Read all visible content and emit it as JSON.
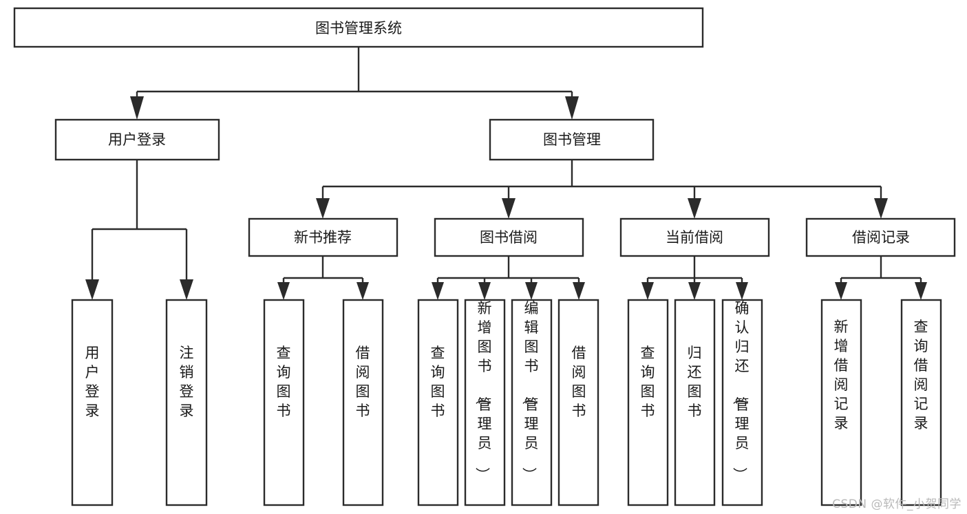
{
  "diagram": {
    "title": "图书管理系统",
    "type": "tree-hierarchy-diagram",
    "watermark": "CSDN @软件_小贺同学",
    "colors": {
      "stroke": "#2b2b2b",
      "fill": "#ffffff",
      "text": "#1a1a1a",
      "watermark": "#b9b9b9"
    },
    "root": {
      "id": "root",
      "label": "图书管理系统",
      "orientation": "horizontal"
    },
    "level2": [
      {
        "id": "user-login",
        "label": "用户登录",
        "orientation": "horizontal"
      },
      {
        "id": "book-manage",
        "label": "图书管理",
        "orientation": "horizontal"
      }
    ],
    "level3": [
      {
        "id": "new-book-recommend",
        "label": "新书推荐",
        "orientation": "horizontal",
        "parent": "book-manage"
      },
      {
        "id": "book-borrow",
        "label": "图书借阅",
        "orientation": "horizontal",
        "parent": "book-manage"
      },
      {
        "id": "current-borrow",
        "label": "当前借阅",
        "orientation": "horizontal",
        "parent": "book-manage"
      },
      {
        "id": "borrow-record",
        "label": "借阅记录",
        "orientation": "horizontal",
        "parent": "book-manage"
      }
    ],
    "leaves": [
      {
        "id": "leaf-user-login",
        "label": "用户登录",
        "orientation": "vertical",
        "parent": "user-login"
      },
      {
        "id": "leaf-user-logout",
        "label": "注销登录",
        "orientation": "vertical",
        "parent": "user-login"
      },
      {
        "id": "leaf-query-book-1",
        "label": "查询图书",
        "orientation": "vertical",
        "parent": "new-book-recommend"
      },
      {
        "id": "leaf-borrow-book-1",
        "label": "借阅图书",
        "orientation": "vertical",
        "parent": "new-book-recommend"
      },
      {
        "id": "leaf-query-book-2",
        "label": "查询图书",
        "orientation": "vertical",
        "parent": "book-borrow"
      },
      {
        "id": "leaf-add-book",
        "label": "新增图书（管理员）",
        "orientation": "vertical",
        "parent": "book-borrow"
      },
      {
        "id": "leaf-edit-book",
        "label": "编辑图书（管理员）",
        "orientation": "vertical",
        "parent": "book-borrow"
      },
      {
        "id": "leaf-borrow-book-2",
        "label": "借阅图书",
        "orientation": "vertical",
        "parent": "book-borrow"
      },
      {
        "id": "leaf-query-book-3",
        "label": "查询图书",
        "orientation": "vertical",
        "parent": "current-borrow"
      },
      {
        "id": "leaf-return-book",
        "label": "归还图书",
        "orientation": "vertical",
        "parent": "current-borrow"
      },
      {
        "id": "leaf-confirm-return",
        "label": "确认归还（管理员）",
        "orientation": "vertical",
        "parent": "current-borrow"
      },
      {
        "id": "leaf-add-record",
        "label": "新增借阅记录",
        "orientation": "vertical",
        "parent": "borrow-record"
      },
      {
        "id": "leaf-query-record",
        "label": "查询借阅记录",
        "orientation": "vertical",
        "parent": "borrow-record"
      }
    ]
  }
}
